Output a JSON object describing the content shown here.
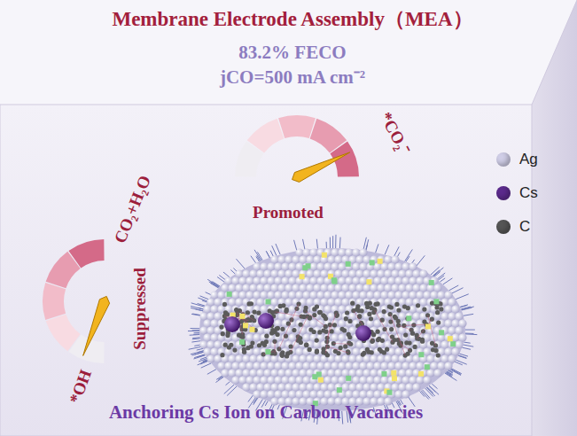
{
  "diagram": {
    "title": "Membrane Electrode Assembly（MEA）",
    "caption": "Anchoring Cs Ion on Carbon Vacancies",
    "labels": [
      "83.2% FECO",
      "jCO=500 mA cm⁻²",
      "CO₂+H₂O",
      "*CO₂⁻",
      "Promoted",
      "Suppressed",
      "*OH"
    ],
    "legend": [
      {
        "text": "Ag",
        "color": "#cfcde6"
      },
      {
        "text": "Cs",
        "color": "#5b2a8c"
      },
      {
        "text": "C",
        "color": "#555555"
      }
    ]
  }
}
